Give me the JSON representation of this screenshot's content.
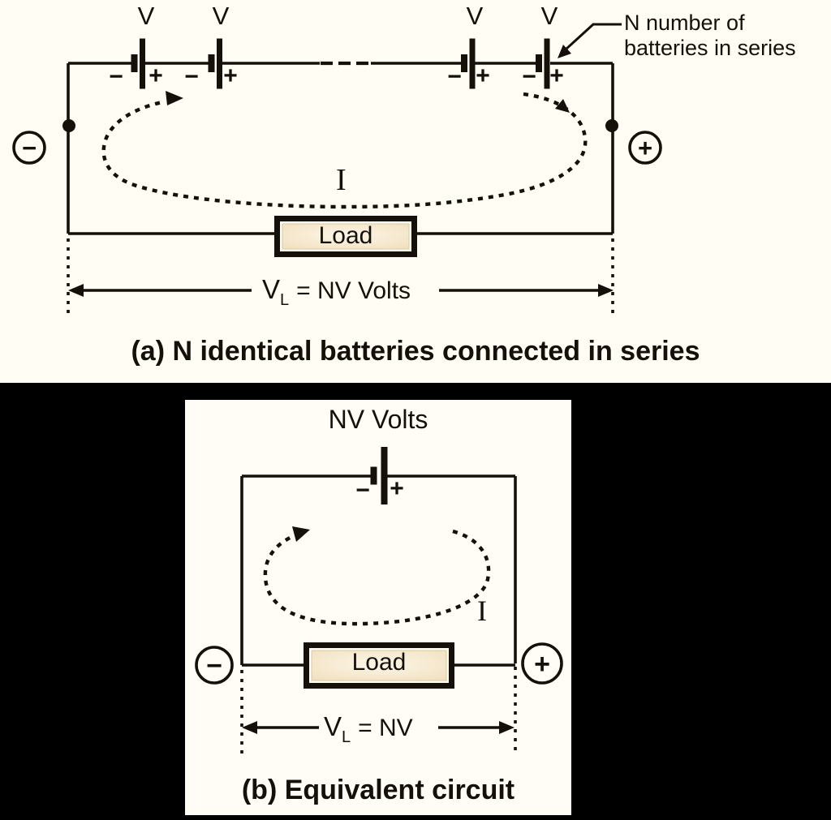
{
  "panel_a": {
    "battery_voltage_labels": [
      "V",
      "V",
      "V",
      "V"
    ],
    "battery_minus": "−",
    "battery_plus": "+",
    "annotation_line1": "N number of",
    "annotation_line2": "batteries in series",
    "terminal_minus": "−",
    "terminal_plus": "+",
    "current_label": "I",
    "load_label": "Load",
    "dim_v": "V",
    "dim_sub": "L",
    "dim_eq": "= NV Volts",
    "caption": "(a) N identical batteries connected in series"
  },
  "panel_b": {
    "source_label": "NV Volts",
    "battery_minus": "−",
    "battery_plus": "+",
    "terminal_minus": "−",
    "terminal_plus": "+",
    "current_label": "I",
    "load_label": "Load",
    "dim_v": "V",
    "dim_sub": "L",
    "dim_eq": "= NV",
    "caption": "(b) Equivalent circuit"
  },
  "colors": {
    "background": "#fffdf4",
    "panel": "#fffdf6",
    "ink": "#15100a",
    "load_fill_edge": "#f1dfbc",
    "load_fill_center": "#fcf6e8",
    "black_band": "#000000"
  }
}
